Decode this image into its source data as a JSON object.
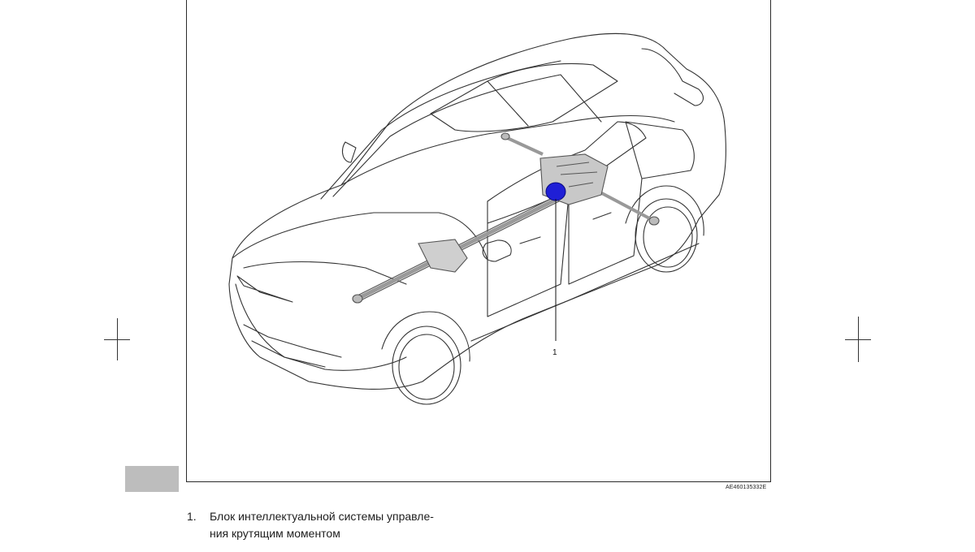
{
  "figure": {
    "code": "AE460135332E",
    "callouts": [
      {
        "number": "1",
        "part": "Блок интеллектуальной системы управления крутящим моментом"
      }
    ]
  },
  "legend": {
    "items": [
      {
        "number": "1.",
        "line1": "Блок интеллектуальной системы управле-",
        "line2": "ния крутящим моментом"
      }
    ]
  },
  "colors": {
    "line": "#333333",
    "highlight": "#1f1fd6",
    "component": "#8c8c8c",
    "tab": "#bdbdbd"
  }
}
